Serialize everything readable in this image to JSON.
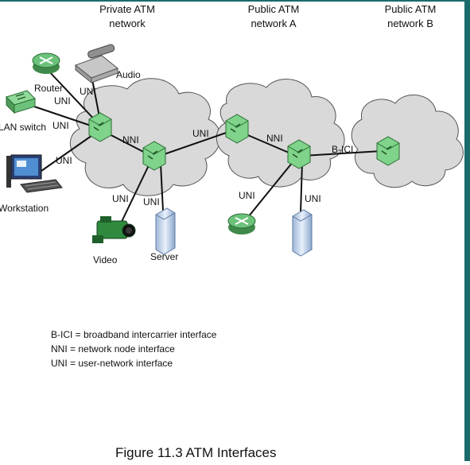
{
  "networks": {
    "private": [
      "Private ATM",
      "network"
    ],
    "public_a": [
      "Public ATM",
      "network A"
    ],
    "public_b": [
      "Public ATM",
      "network B"
    ]
  },
  "devices": {
    "router": "Router",
    "audio": "Audio",
    "lan_switch": "LAN switch",
    "workstation": "Workstation",
    "video": "Video",
    "server": "Server"
  },
  "links": {
    "uni": "UNI",
    "nni": "NNI",
    "bici": "B-ICI"
  },
  "legend": [
    "B-ICI = broadband intercarrier interface",
    "NNI = network node interface",
    "UNI = user-network interface"
  ],
  "caption": "Figure 11.3  ATM Interfaces",
  "colors": {
    "cloud": "#d9d9d9",
    "switch": "#7fd38a",
    "router": "#6cc27a",
    "frame": "#1c6b6b"
  }
}
